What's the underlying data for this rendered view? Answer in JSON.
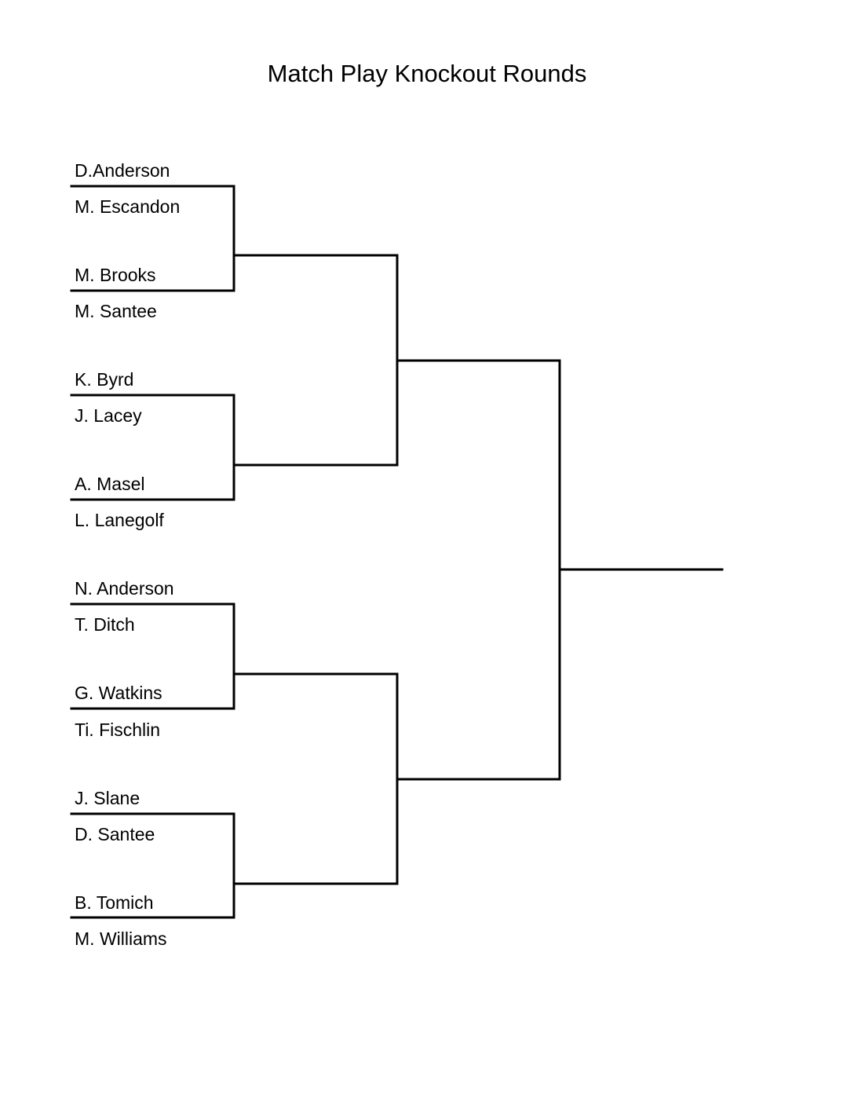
{
  "title": "Match Play Knockout Rounds",
  "players": [
    "D.Anderson",
    "M. Escandon",
    "M. Brooks",
    "M. Santee",
    "K. Byrd",
    "J. Lacey",
    "A. Masel",
    "L. Lanegolf",
    "N. Anderson",
    "T. Ditch",
    "G. Watkins",
    "Ti. Fischlin",
    "J. Slane",
    "D. Santee",
    "B. Tomich",
    "M. Williams"
  ]
}
